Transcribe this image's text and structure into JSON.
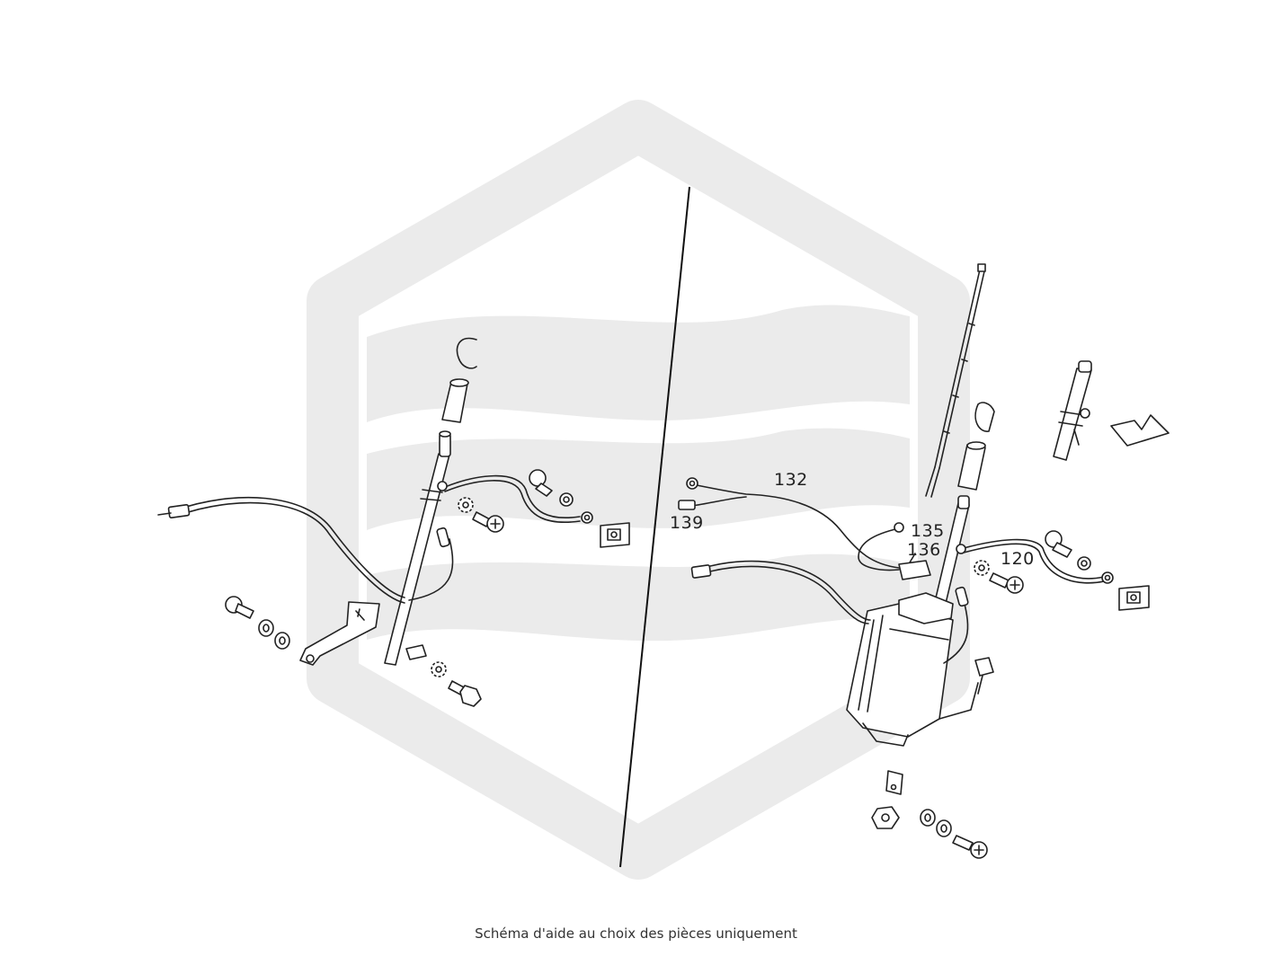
{
  "caption": "Schéma d'aide au choix des pièces uniquement",
  "colors": {
    "watermark": "#ebebeb",
    "line": "#222222",
    "background": "#ffffff"
  },
  "watermark_icon": "hexagon-logo-watermark",
  "part_labels": {
    "p132": "132",
    "p139": "139",
    "p135": "135",
    "p136": "136",
    "p120": "120"
  }
}
